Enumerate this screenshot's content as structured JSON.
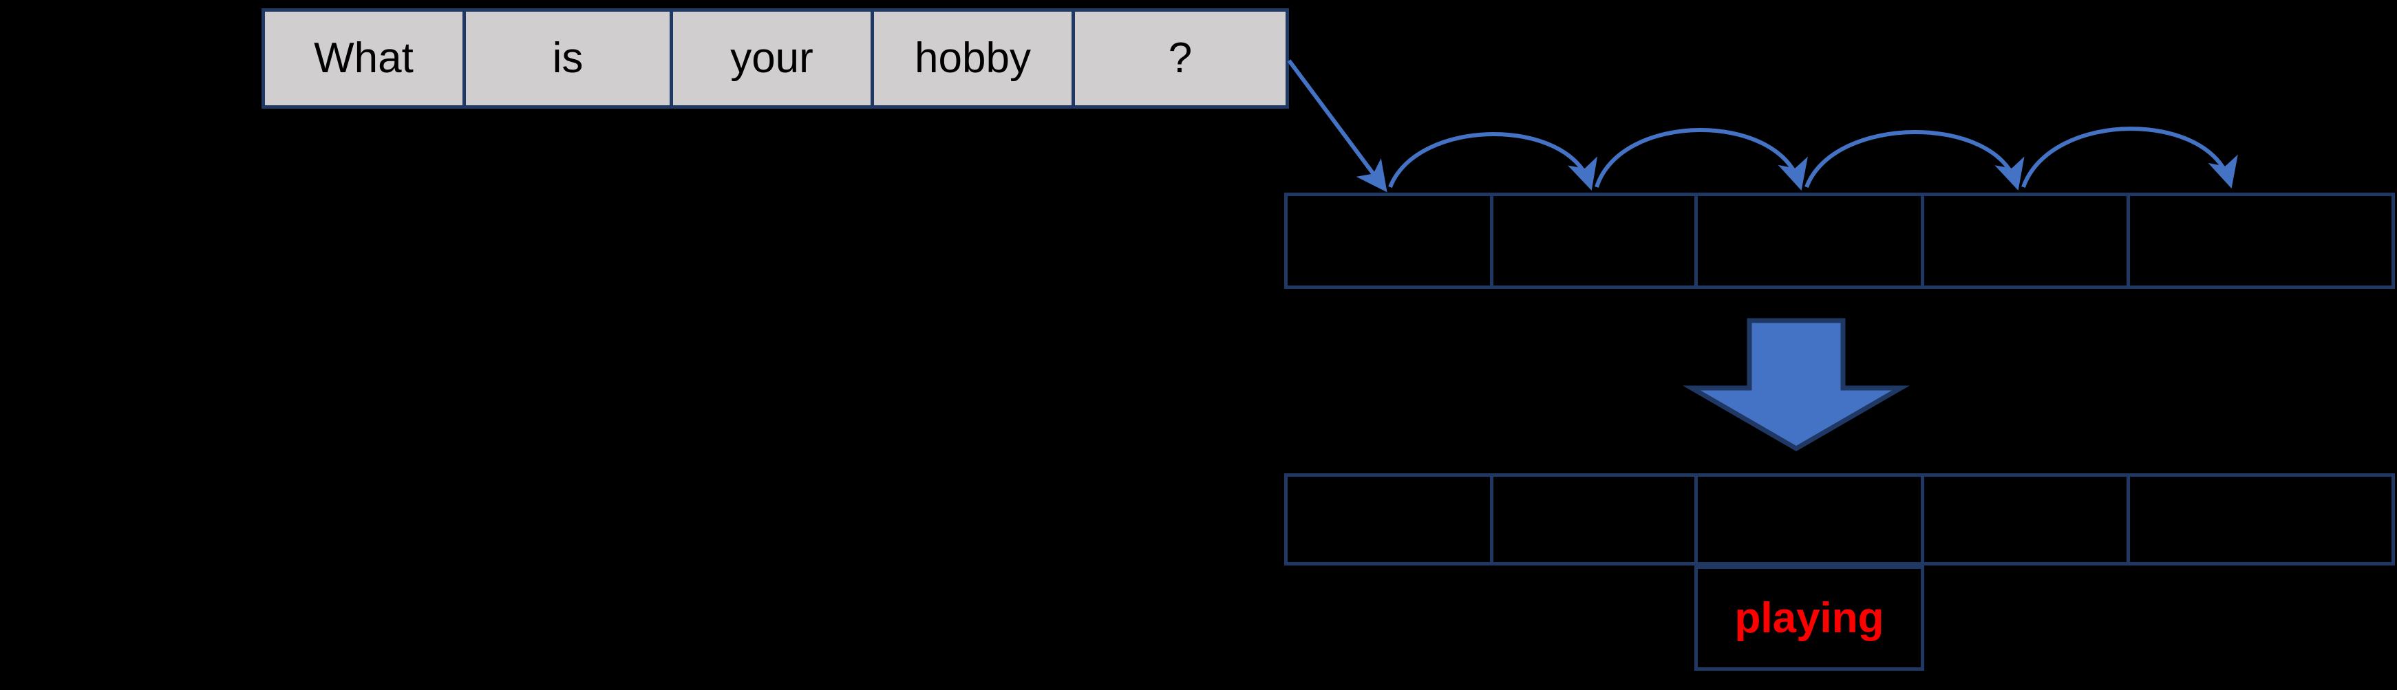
{
  "diagram": {
    "title": "seq2seq attention step diagram",
    "background_color": "#000000",
    "border_color": "#1F3864",
    "arrow_color": "#4472C4",
    "question_cell_fill": "#D0CECE",
    "output_text_color": "#FF0000"
  },
  "question_row": {
    "name": "input-token-row",
    "cells": [
      {
        "label": "What"
      },
      {
        "label": "is"
      },
      {
        "label": "your"
      },
      {
        "label": "hobby"
      },
      {
        "label": "?"
      }
    ]
  },
  "encoder_row": {
    "name": "encoder-state-row",
    "cells": [
      {
        "label": ""
      },
      {
        "label": ""
      },
      {
        "label": ""
      },
      {
        "label": ""
      },
      {
        "label": ""
      }
    ]
  },
  "decoder_row": {
    "name": "decoder-state-row",
    "cells": [
      {
        "label": ""
      },
      {
        "label": ""
      },
      {
        "label": ""
      },
      {
        "label": ""
      },
      {
        "label": ""
      }
    ]
  },
  "output_cell": {
    "name": "decoder-output-cell",
    "label": "playing"
  },
  "arrows": {
    "feed_arrow": {
      "name": "input-to-encoder-arrow",
      "style": "straight-line-arrow"
    },
    "recurrent_arcs": [
      {
        "name": "recurrent-arc-1",
        "style": "curved-arc-arrow"
      },
      {
        "name": "recurrent-arc-2",
        "style": "curved-arc-arrow"
      },
      {
        "name": "recurrent-arc-3",
        "style": "curved-arc-arrow"
      },
      {
        "name": "recurrent-arc-4",
        "style": "curved-arc-arrow"
      }
    ],
    "block_arrow": {
      "name": "encoder-to-decoder-block-arrow",
      "style": "down-block-arrow"
    }
  }
}
